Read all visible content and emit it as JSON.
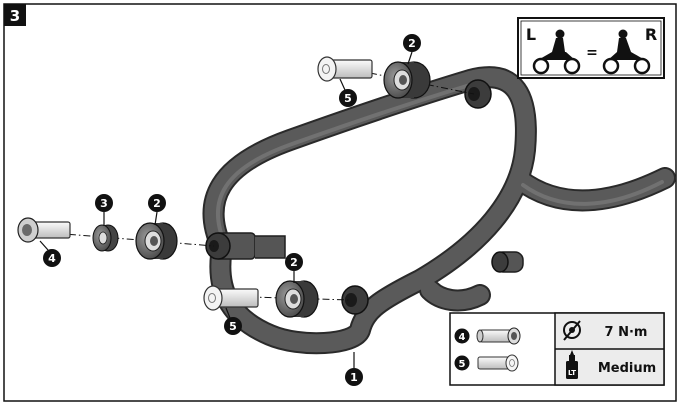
{
  "step": {
    "number": "3"
  },
  "side_note": {
    "left": "L",
    "equals": "=",
    "right": "R"
  },
  "callouts": [
    {
      "id": "c1",
      "label": "1"
    },
    {
      "id": "c2a",
      "label": "2"
    },
    {
      "id": "c2b",
      "label": "2"
    },
    {
      "id": "c2c",
      "label": "2"
    },
    {
      "id": "c3",
      "label": "3"
    },
    {
      "id": "c4a",
      "label": "4"
    },
    {
      "id": "c4b",
      "label": "4"
    },
    {
      "id": "c5a",
      "label": "5"
    },
    {
      "id": "c5b",
      "label": "5"
    },
    {
      "id": "c5c",
      "label": "5"
    }
  ],
  "legend": {
    "torque": "7 N·m",
    "threadlock": "Medium"
  },
  "colors": {
    "frame": "#555555",
    "frame_edge": "#2a2a2a",
    "part_light": "#e6e6e6",
    "border": "#111111"
  }
}
